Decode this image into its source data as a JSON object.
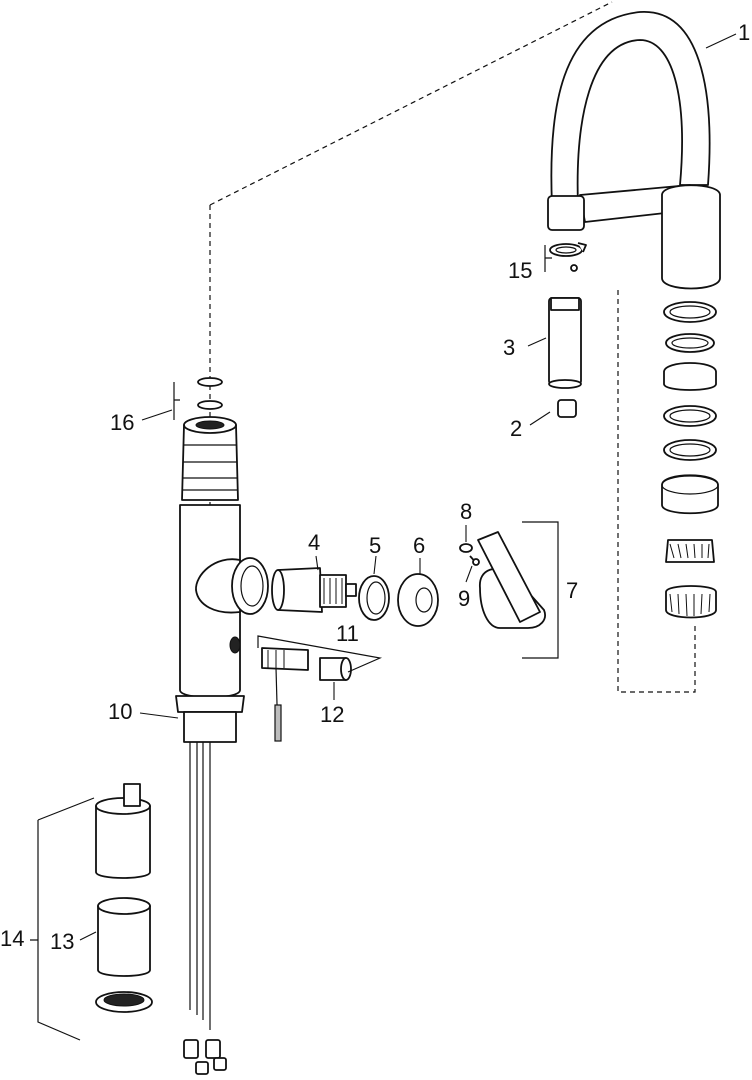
{
  "labels": {
    "p1": "1",
    "p2": "2",
    "p3": "3",
    "p4": "4",
    "p5": "5",
    "p6": "6",
    "p7": "7",
    "p8": "8",
    "p9": "9",
    "p10": "10",
    "p11": "11",
    "p12": "12",
    "p13": "13",
    "p14": "14",
    "p15": "15",
    "p16": "16"
  }
}
